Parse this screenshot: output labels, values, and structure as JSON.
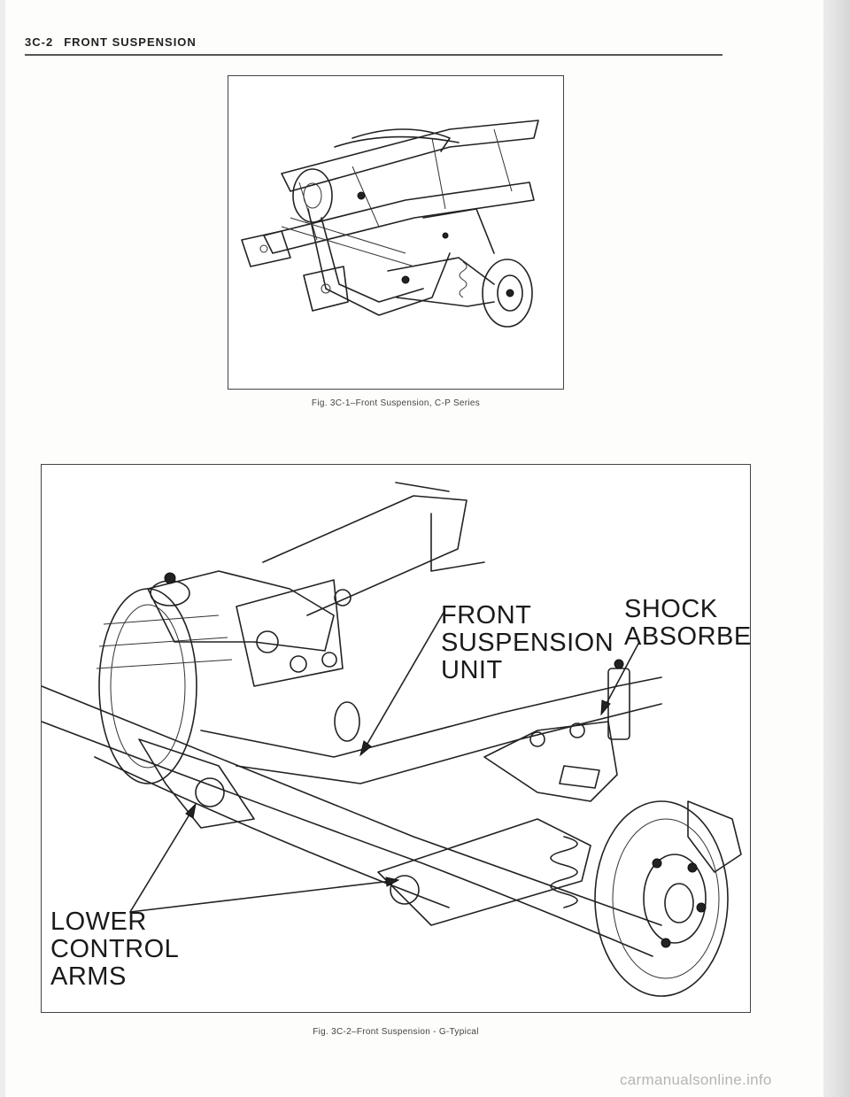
{
  "header": {
    "section_number": "3C-2",
    "section_title": "FRONT SUSPENSION"
  },
  "figure1": {
    "caption": "Fig. 3C-1–Front Suspension, C-P Series"
  },
  "figure2": {
    "caption": "Fig. 3C-2–Front Suspension - G-Typical",
    "callouts": {
      "front_suspension_unit": [
        "FRONT",
        "SUSPENSION",
        "UNIT"
      ],
      "shock_absorber": [
        "SHOCK",
        "ABSORBER"
      ],
      "lower_control_arms": [
        "LOWER",
        "CONTROL",
        "ARMS"
      ]
    }
  },
  "watermark": "carmanualsonline.info"
}
